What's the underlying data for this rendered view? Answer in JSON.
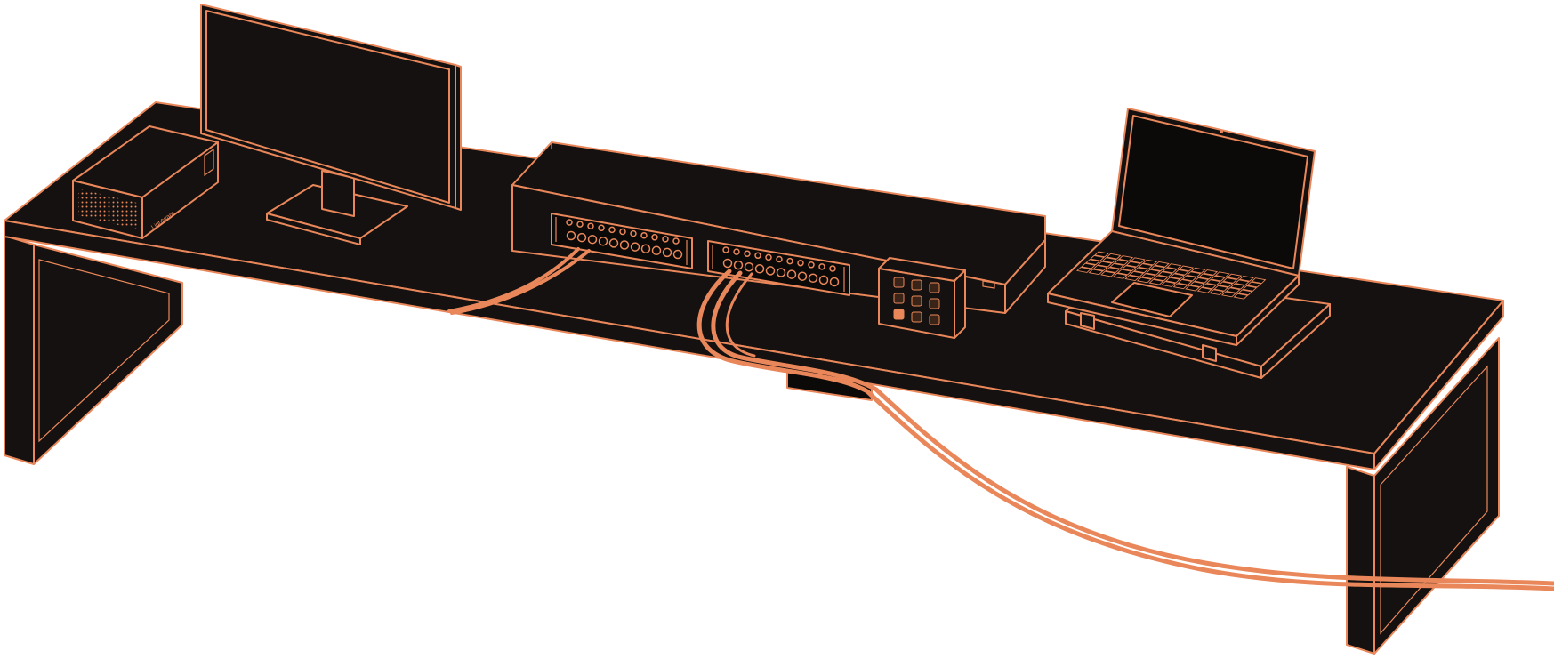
{
  "scene": {
    "background": "#ffffff",
    "fill_color": "#141110",
    "outline_color": "#e9875a",
    "objects": [
      "desk",
      "pc-tower",
      "monitor",
      "rack-switch",
      "patch-panel-left",
      "patch-panel-right",
      "control-keypad",
      "laptop",
      "laptop-stand",
      "cable-bundle"
    ]
  },
  "pc_tower": {
    "brand_text": "Lightware"
  }
}
